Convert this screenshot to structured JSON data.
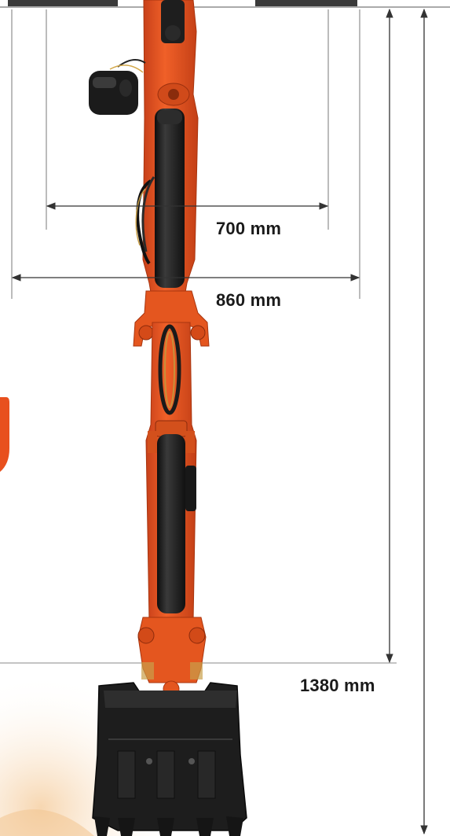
{
  "dimensions": {
    "inner_width": "700 mm",
    "outer_width": "860 mm",
    "depth": "1380 mm"
  },
  "colors": {
    "arm_orange": "#e8501e",
    "arm_orange_dark": "#b83a12",
    "cylinder_black": "#1c1c1c",
    "bucket_black": "#232323",
    "dimension_line": "#4a4a4a",
    "label_text": "#1a1a1a"
  }
}
